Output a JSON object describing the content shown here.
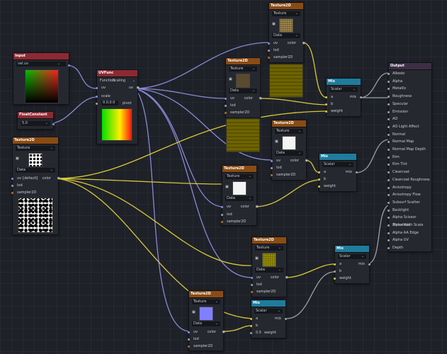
{
  "texture_labels": {
    "title": "Texture2D",
    "mode": "Texture",
    "data": "Data",
    "uv": "uv",
    "color": "color",
    "lod": "lod",
    "sampler": "sampler2D"
  },
  "input_node": {
    "title": "Input",
    "value": "vel.uv"
  },
  "float_node": {
    "title": "FloatConstant",
    "value": "5.0"
  },
  "uvfunc_node": {
    "title": "UVFunc",
    "function_label": "Function",
    "function_value": "Scaling",
    "uv": "uv",
    "uv_out": "uv",
    "scale": "scale",
    "field_value": "0.0,0.0",
    "pivot": "pivot"
  },
  "left_texture": {
    "uv_value": "[default]"
  },
  "mix_labels": {
    "title": "Mix",
    "mode": "Scalar",
    "a": "a",
    "b": "b",
    "weight": "weight",
    "mix": "mix"
  },
  "mix_bottom_weight": "0.5",
  "output_node": {
    "title": "Output",
    "items": [
      "Albedo",
      "Alpha",
      "Metallic",
      "Roughness",
      "Specular",
      "Emission",
      "AO",
      "AO Light Affect",
      "Normal",
      "Normal Map",
      "Normal Map Depth",
      "Rim",
      "Rim Tint",
      "Clearcoat",
      "Clearcoat Roughness",
      "Anisotropy",
      "Anisotropy Flow",
      "Subsurf Scatter",
      "Backlight",
      "Alpha Scissor Threshold",
      "Alpha Hash Scale",
      "Alpha AA Edge",
      "Alpha UV",
      "Depth"
    ]
  },
  "colors": {
    "wire_uv": "#8a8ad6",
    "wire_color": "#d8c83a",
    "wire_scalar": "#9aa0a8",
    "texture_header": "#8a4b14",
    "mix_header": "#1f7c9c",
    "output_header": "#3d2e46"
  }
}
